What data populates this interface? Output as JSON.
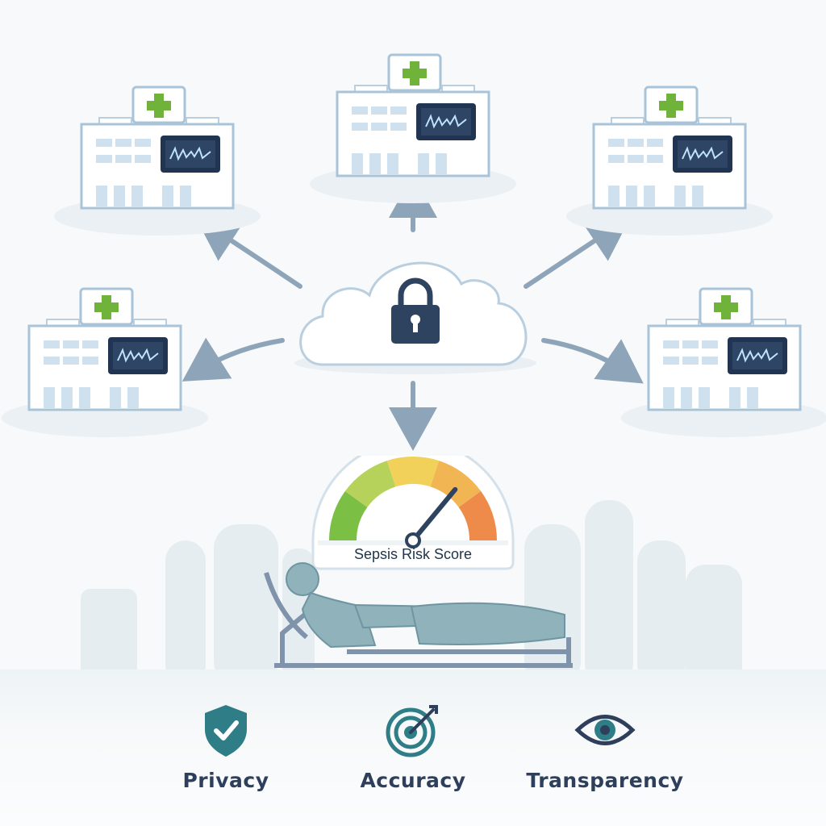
{
  "gauge": {
    "label": "Sepsis Risk Score",
    "level": 0.72,
    "segment_colors": [
      "#7bbf45",
      "#b7d25a",
      "#f2d15b",
      "#f1b553",
      "#ee8b4a"
    ]
  },
  "pillars": [
    {
      "label": "Privacy",
      "icon": "shield-check-icon",
      "color": "#2f7d86"
    },
    {
      "label": "Accuracy",
      "icon": "target-icon",
      "color": "#2f7d86"
    },
    {
      "label": "Transparency",
      "icon": "eye-icon",
      "color": "#2e3f5c"
    }
  ],
  "colors": {
    "cross": "#6fb33a",
    "monitor_bg": "#2f4566",
    "monitor_frame": "#213552",
    "arrow": "#8ea5b9",
    "lock": "#2e4360"
  },
  "hospitals": [
    {
      "id": "top-left",
      "icon": "hospital-icon"
    },
    {
      "id": "top-center",
      "icon": "hospital-icon"
    },
    {
      "id": "top-right",
      "icon": "hospital-icon"
    },
    {
      "id": "middle-left",
      "icon": "hospital-icon"
    },
    {
      "id": "middle-right",
      "icon": "hospital-icon"
    }
  ],
  "center": {
    "icon": "cloud-lock-icon"
  },
  "patient": {
    "icon": "patient-bed-icon"
  }
}
